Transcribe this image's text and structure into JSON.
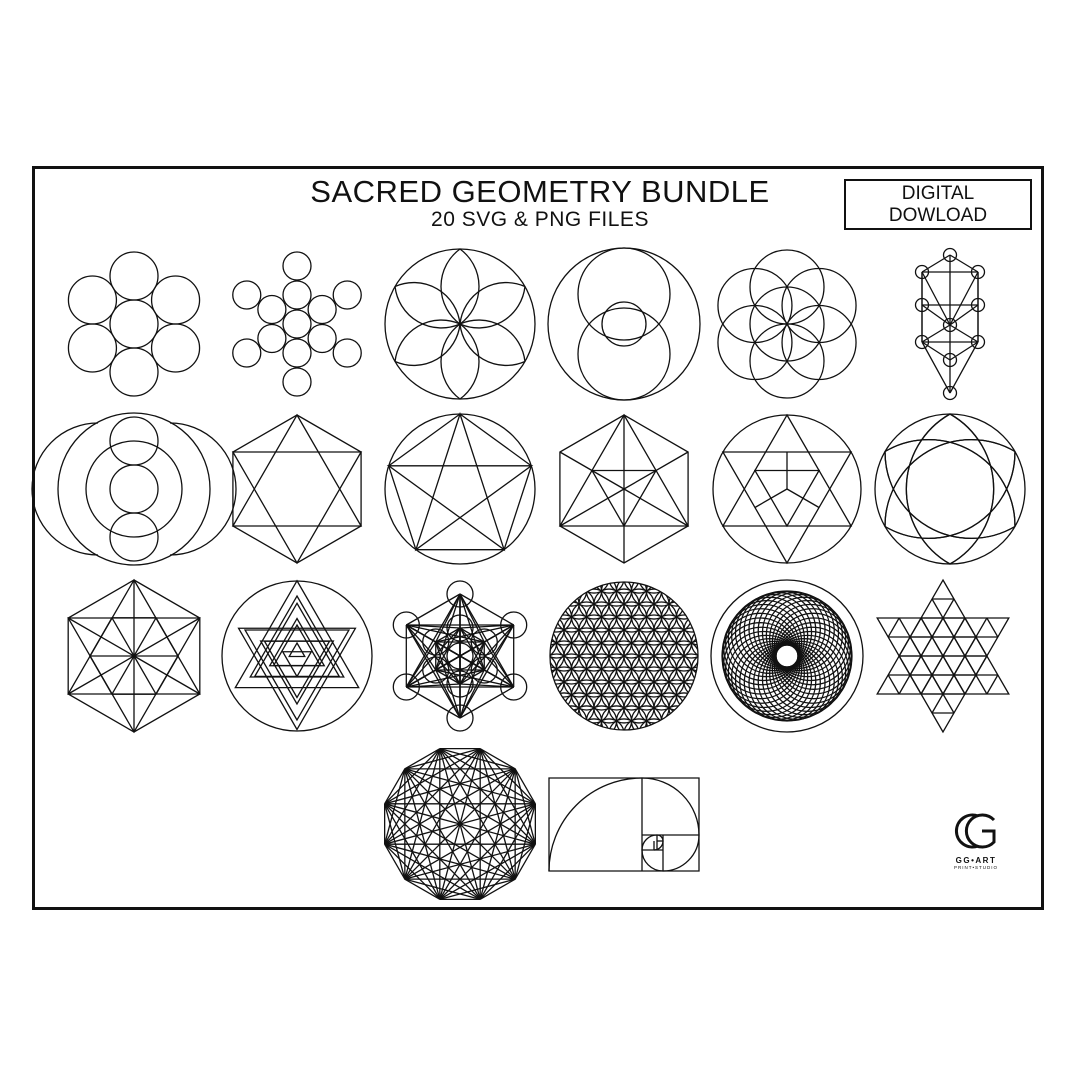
{
  "header": {
    "title": "SACRED GEOMETRY BUNDLE",
    "subtitle": "20 SVG & PNG FILES",
    "badge_line1": "DIGITAL",
    "badge_line2": "DOWLOAD"
  },
  "logo": {
    "name": "GG•ART",
    "tagline": "PRINT•STUDIO",
    "mark_icon": "gg-monogram-icon"
  },
  "colors": {
    "ink": "#111111",
    "background": "#ffffff"
  },
  "symbols": [
    "fruit-of-life",
    "fruit-of-life-seed",
    "six-petal-flower",
    "vesica-piscis",
    "seed-of-life",
    "tree-of-life",
    "circle-stacked-spheres",
    "hexagram-in-hexagon",
    "pentagram-in-circle",
    "hexagon-triangles",
    "merkaba",
    "petal-star",
    "star-in-hexagon",
    "sri-yantra",
    "metatrons-cube",
    "flower-of-life",
    "torus",
    "star-tetrahedron-grid",
    "dodecagon-complete-graph",
    "golden-spiral"
  ]
}
